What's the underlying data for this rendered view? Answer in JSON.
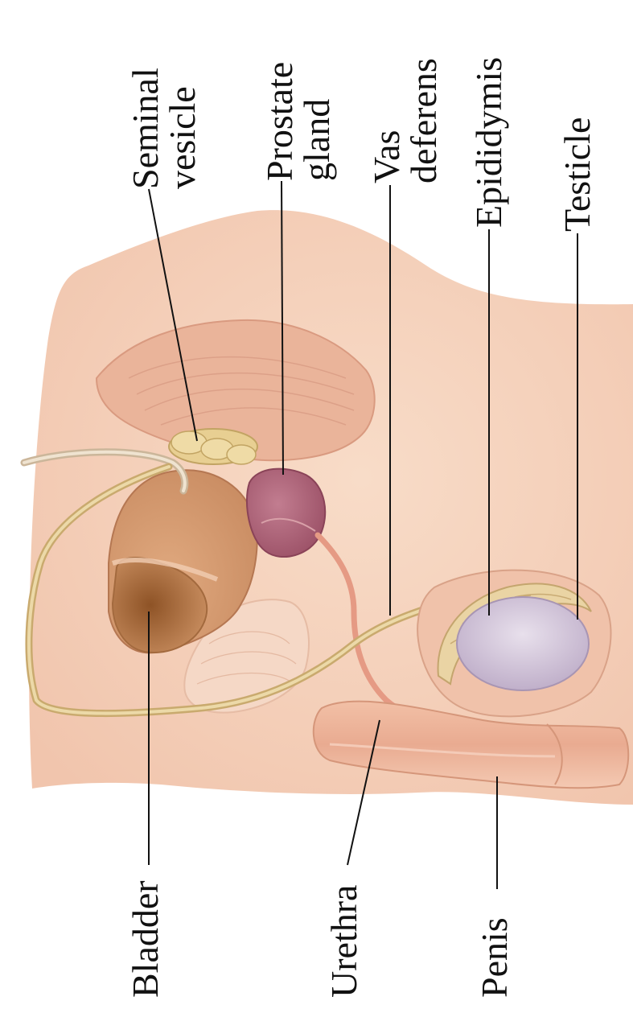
{
  "labels": {
    "seminal_vesicle": [
      "Seminal",
      "vesicle"
    ],
    "prostate_gland": [
      "Prostate",
      "gland"
    ],
    "vas_deferens": [
      "Vas",
      "deferens"
    ],
    "epididymis": "Epididymis",
    "testicle": "Testicle",
    "bladder": "Bladder",
    "urethra": "Urethra",
    "penis": "Penis"
  },
  "colors": {
    "skin": "#f7d9c6",
    "tissue": "#efc0a8",
    "muscle": "#e3a58c",
    "bladder": "#d9a077",
    "bladder_inner": "#a86a3a",
    "prostate": "#b2667c",
    "seminal": "#e6cf93",
    "vas": "#e0c48a",
    "testicle": "#d9cde0",
    "epididymis": "#e9d3a6",
    "leader": "#111111"
  }
}
